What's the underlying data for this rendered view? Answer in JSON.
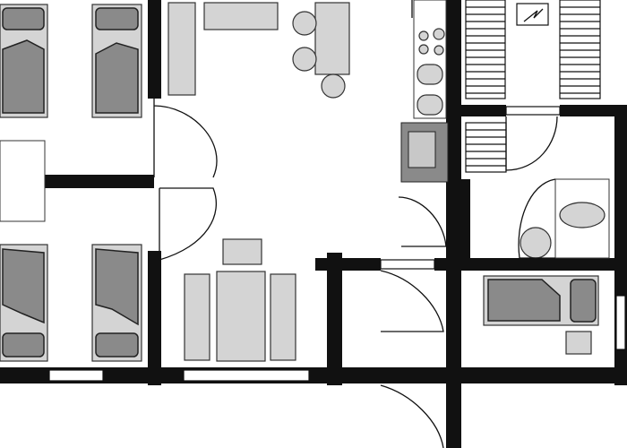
{
  "plan": {
    "colors": {
      "wall": "#111111",
      "furniture": "#d4d4d4",
      "bed": "#8a8a8a"
    },
    "rooms": [
      "bedroom-top-left",
      "bedroom-bottom-left",
      "living-dining",
      "kitchen",
      "bathroom",
      "bedroom-right",
      "hallway"
    ]
  }
}
